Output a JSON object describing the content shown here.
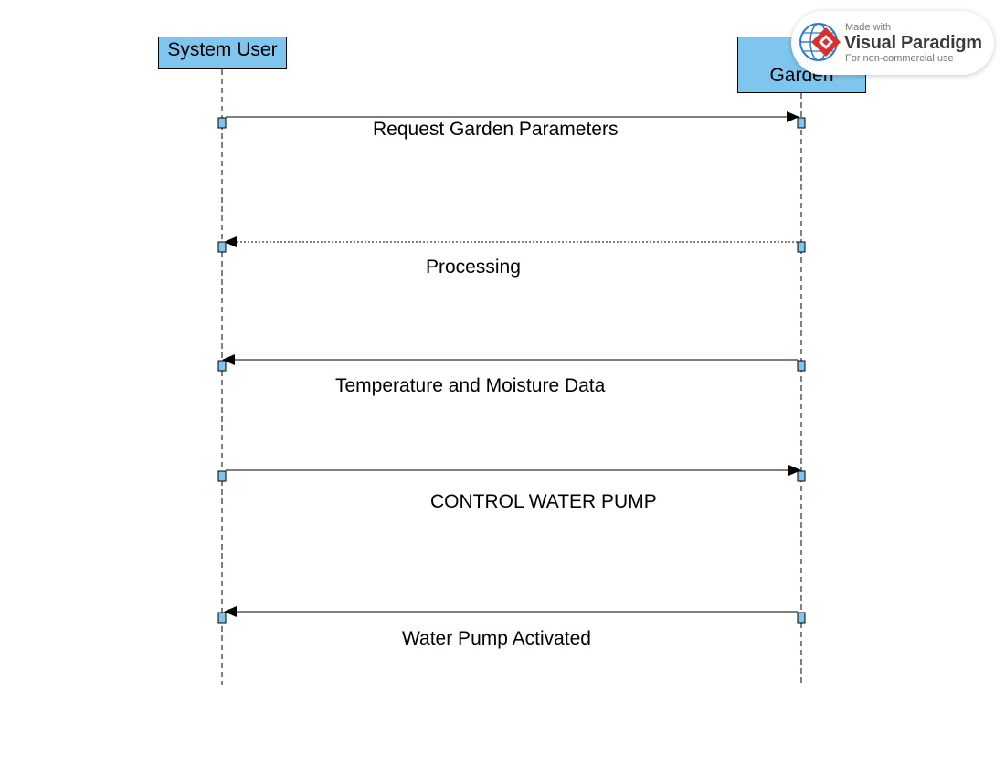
{
  "diagram": {
    "lifelines": [
      {
        "id": "user",
        "label": "System User"
      },
      {
        "id": "garden",
        "label": "Si\nGarden"
      }
    ],
    "messages": [
      {
        "label": "Request Garden Parameters",
        "from": "user",
        "to": "garden",
        "line": "solid"
      },
      {
        "label": "Processing",
        "from": "garden",
        "to": "user",
        "line": "dotted"
      },
      {
        "label": "Temperature and Moisture Data",
        "from": "garden",
        "to": "user",
        "line": "solid"
      },
      {
        "label": "CONTROL WATER PUMP",
        "from": "user",
        "to": "garden",
        "line": "solid"
      },
      {
        "label": "Water Pump Activated",
        "from": "garden",
        "to": "user",
        "line": "solid"
      }
    ]
  },
  "watermark": {
    "made_with": "Made with",
    "brand": "Visual Paradigm",
    "note": "For non-commercial use"
  },
  "colors": {
    "lifeline_fill": "#7ec6ee",
    "activation_fill": "#7ec6ee",
    "line": "#000000",
    "logo_red": "#d9312b",
    "logo_blue": "#2b7bd0"
  }
}
